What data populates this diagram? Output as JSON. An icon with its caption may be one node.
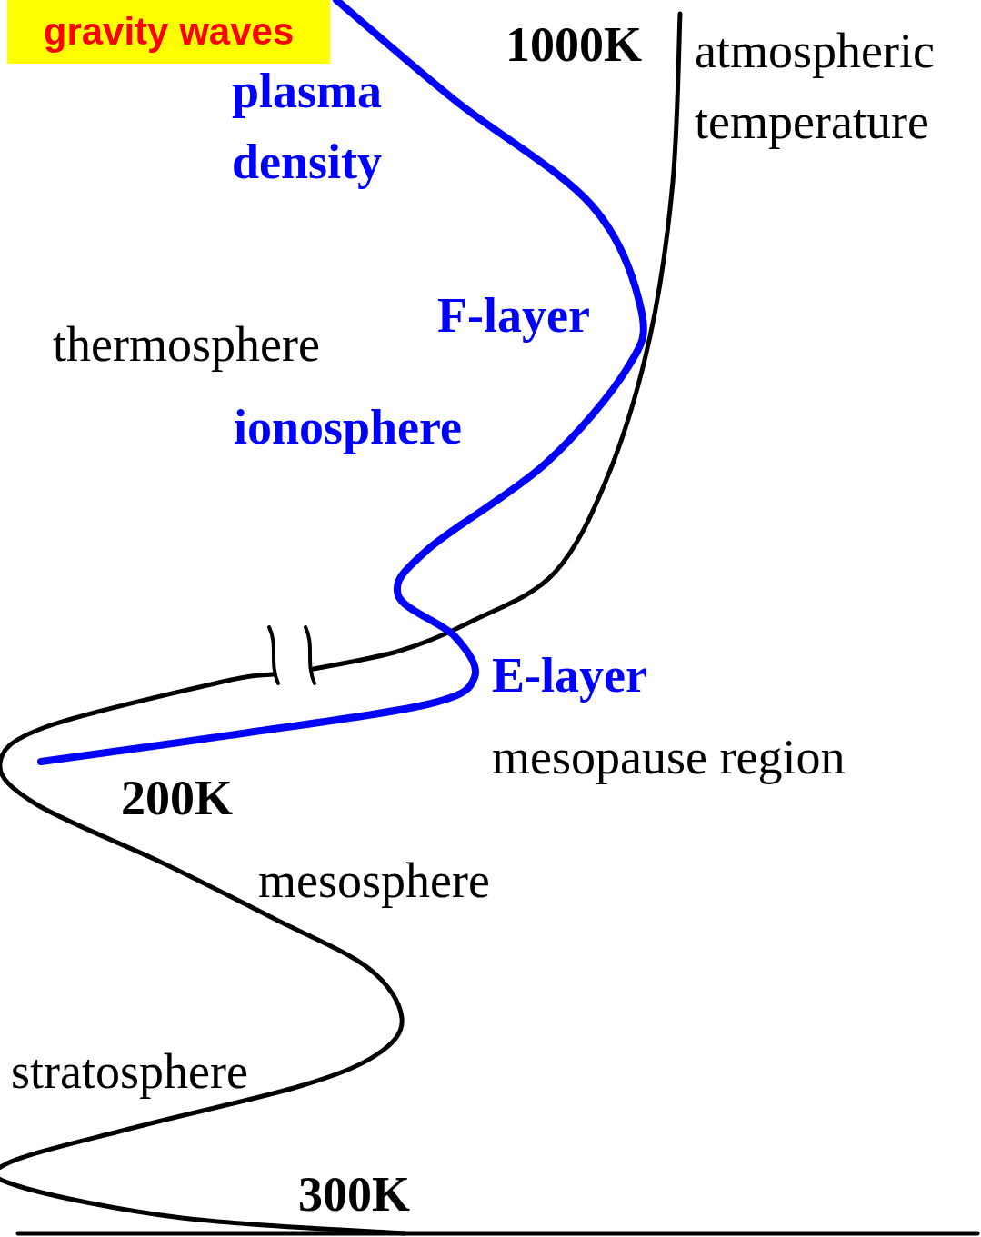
{
  "diagram": {
    "nodes": [
      {
        "text": [
          "gravity waves"
        ]
      }
    ],
    "labels": [
      "plasma density",
      "1000K",
      "atmospheric temperature",
      "F-layer",
      "thermosphere",
      "ionosphere",
      "E-layer",
      "mesopause region",
      "200K",
      "mesosphere",
      "stratosphere",
      "300K"
    ]
  }
}
